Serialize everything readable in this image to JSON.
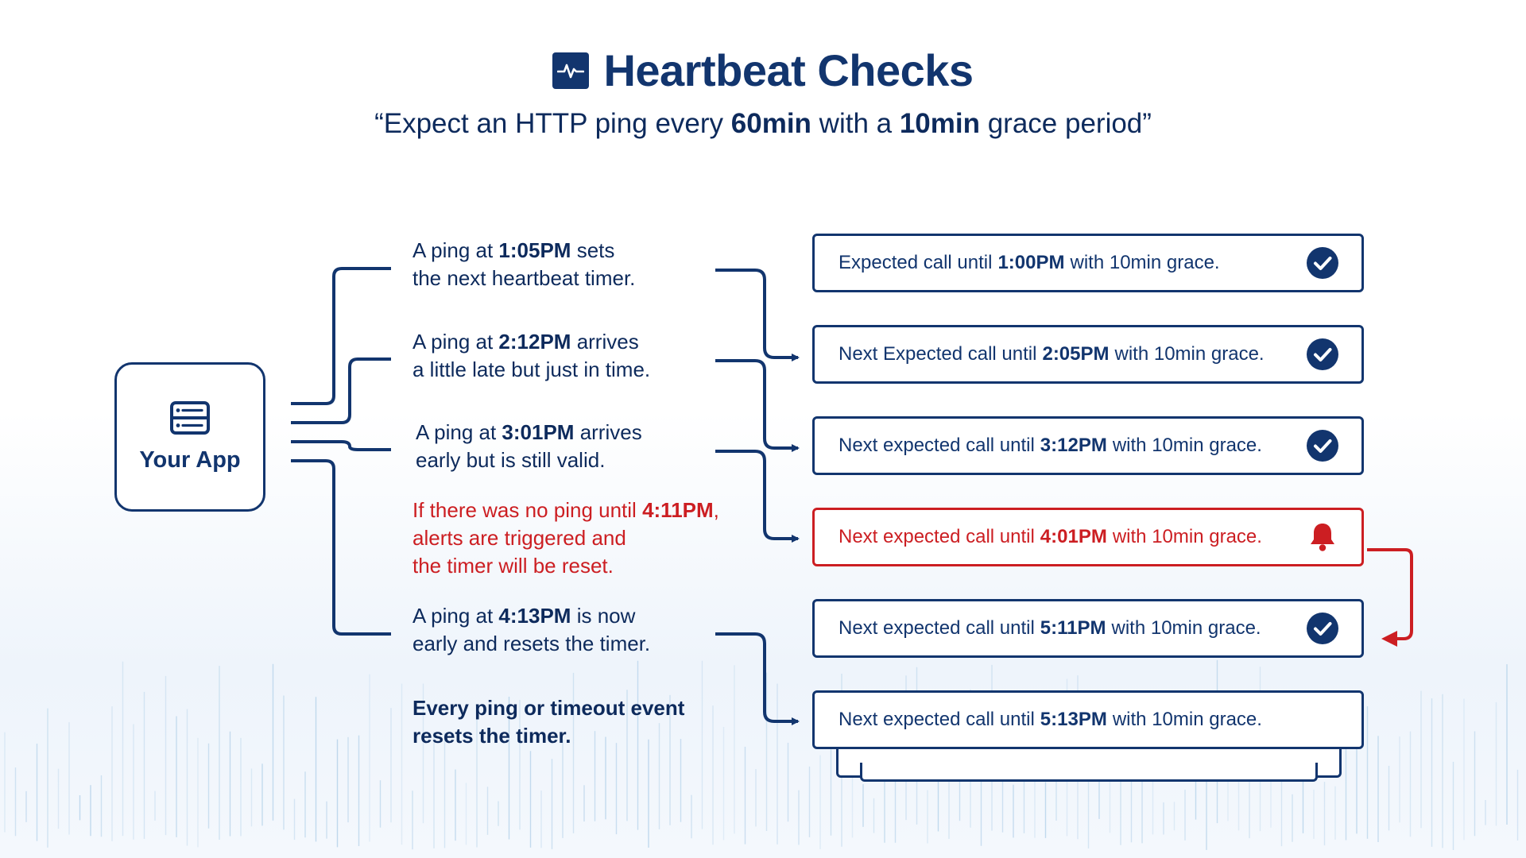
{
  "header": {
    "title": "Heartbeat Checks",
    "subtitle": {
      "open": "“Expect an HTTP ping every ",
      "interval": "60min",
      "mid": " with a ",
      "grace": "10min",
      "close": " grace period”"
    }
  },
  "app": {
    "label": "Your App",
    "icon": "server-icon"
  },
  "events": [
    {
      "pre": "A ping at ",
      "time": "1:05PM",
      "post": " sets",
      "line2": "the next heartbeat timer."
    },
    {
      "pre": "A ping at ",
      "time": "2:12PM",
      "post": " arrives",
      "line2": "a little late but just in time."
    },
    {
      "pre": "A ping at ",
      "time": "3:01PM",
      "post": " arrives",
      "line2": "early but is still valid."
    },
    {
      "pre": "If there was no ping until ",
      "time": "4:11PM",
      "post": ",",
      "line2": "alerts are triggered and",
      "line3": "the timer will be reset."
    },
    {
      "pre": "A ping at ",
      "time": "4:13PM",
      "post": " is now",
      "line2": "early and resets the timer."
    }
  ],
  "footer_note": {
    "line1": "Every ping or timeout event",
    "line2": "resets the timer."
  },
  "cards": [
    {
      "pre": "Expected call until",
      "time": "1:00PM",
      "post": "with 10min grace.",
      "status": "check-icon"
    },
    {
      "pre": "Next Expected call until",
      "time": "2:05PM",
      "post": "with 10min grace.",
      "status": "check-icon"
    },
    {
      "pre": "Next expected call until",
      "time": "3:12PM",
      "post": "with 10min grace.",
      "status": "check-icon"
    },
    {
      "pre": "Next expected call until",
      "time": "4:01PM",
      "post": "with 10min grace.",
      "status": "bell-icon"
    },
    {
      "pre": "Next expected call until",
      "time": "5:11PM",
      "post": "with 10min grace.",
      "status": "check-icon"
    },
    {
      "pre": "Next expected call until",
      "time": "5:13PM",
      "post": "with 10min grace.",
      "status": "none"
    }
  ],
  "colors": {
    "navy": "#12356e",
    "alert_red": "#cc1e22",
    "background_fade": "#eef4fb",
    "grid_lines": "#a9cbe6"
  }
}
